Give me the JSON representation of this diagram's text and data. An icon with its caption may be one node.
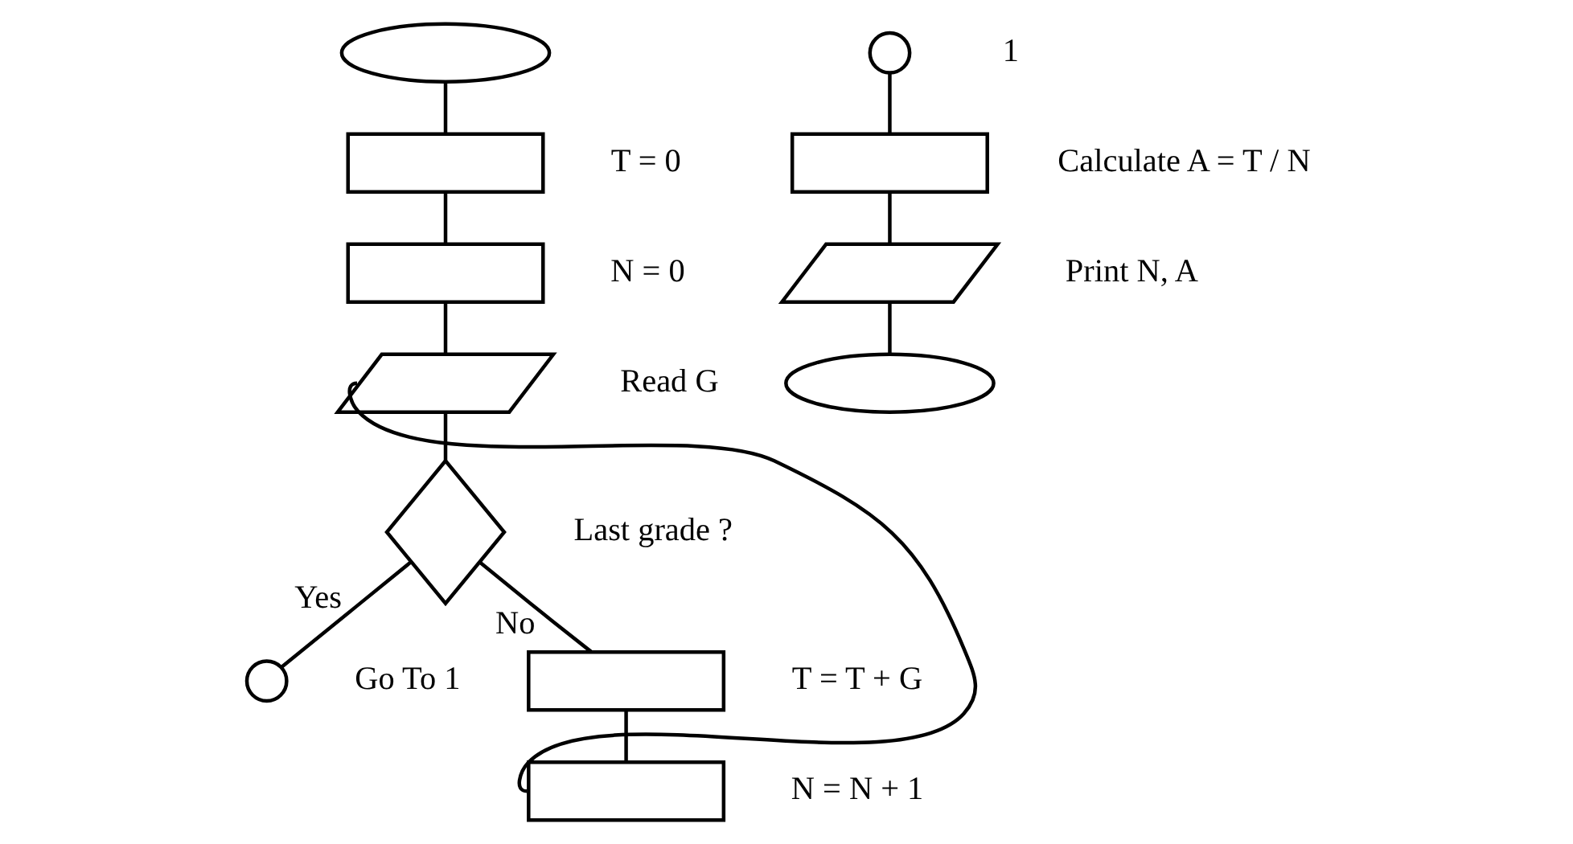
{
  "diagram": {
    "nodes": [
      {
        "text": [],
        "shape": "oval"
      },
      {
        "text": [],
        "shape": "box",
        "beside": [
          "T = 0"
        ]
      },
      {
        "text": [],
        "shape": "box",
        "beside": [
          "N = 0"
        ]
      },
      {
        "text": [],
        "shape": "parallelogram",
        "beside": [
          "Read G"
        ]
      },
      {
        "text": [],
        "shape": "diamond",
        "beside": [
          "Last grade ?"
        ]
      },
      {
        "text": [],
        "shape": "circle",
        "beside": [
          "Go To 1"
        ]
      },
      {
        "text": [],
        "shape": "box",
        "beside": [
          "T = T + G"
        ]
      },
      {
        "text": [],
        "shape": "box",
        "beside": [
          "N = N + 1"
        ]
      },
      {
        "text": [],
        "shape": "circle",
        "beside": [
          "1"
        ]
      },
      {
        "text": [],
        "shape": "box",
        "beside": [
          "Calculate A = T / N"
        ]
      },
      {
        "text": [],
        "shape": "parallelogram",
        "beside": [
          "Print N, A"
        ]
      },
      {
        "text": [],
        "shape": "oval"
      }
    ],
    "edges": [
      {
        "from": 0,
        "to": 1,
        "arrow": "none"
      },
      {
        "from": 1,
        "to": 2,
        "arrow": "none"
      },
      {
        "from": 2,
        "to": 3,
        "arrow": "none"
      },
      {
        "from": 3,
        "to": 4,
        "arrow": "none"
      },
      {
        "from": 4,
        "to": 5,
        "arrow": "none",
        "label": "Yes"
      },
      {
        "from": 4,
        "to": 6,
        "arrow": "none",
        "label": "No"
      },
      {
        "from": 6,
        "to": 7,
        "arrow": "none"
      },
      {
        "from": 7,
        "to": 3,
        "arrow": "none"
      },
      {
        "from": 8,
        "to": 9,
        "arrow": "none"
      },
      {
        "from": 9,
        "to": 10,
        "arrow": "none"
      },
      {
        "from": 10,
        "to": 11,
        "arrow": "none"
      }
    ]
  }
}
